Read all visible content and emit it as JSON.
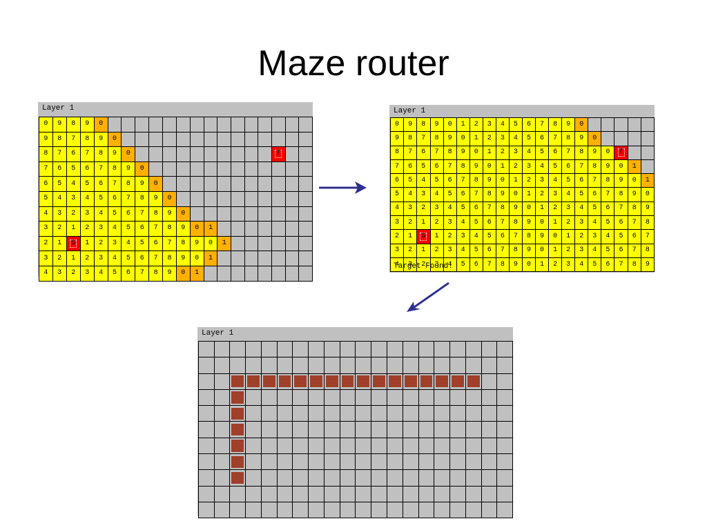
{
  "slide": {
    "title": "Maze router"
  },
  "panels": [
    {
      "id": "wave",
      "label": "Layer 1",
      "status": "",
      "rows": [
        [
          "0e",
          "9e",
          "8e",
          "9e",
          "0f",
          "g",
          "g",
          "g",
          "g",
          "g",
          "g",
          "g",
          "g",
          "g",
          "g",
          "g",
          "g",
          "g",
          "g",
          "g"
        ],
        [
          "9e",
          "8e",
          "7e",
          "8e",
          "9e",
          "0f",
          "g",
          "g",
          "g",
          "g",
          "g",
          "g",
          "g",
          "g",
          "g",
          "g",
          "g",
          "g",
          "g",
          "g"
        ],
        [
          "8e",
          "7e",
          "6e",
          "7e",
          "8e",
          "9e",
          "0f",
          "g",
          "g",
          "g",
          "g",
          "g",
          "g",
          "g",
          "g",
          "g",
          "g",
          "Tt",
          "g",
          "g"
        ],
        [
          "7e",
          "6e",
          "5e",
          "6e",
          "7e",
          "8e",
          "9e",
          "0f",
          "g",
          "g",
          "g",
          "g",
          "g",
          "g",
          "g",
          "g",
          "g",
          "g",
          "g",
          "g"
        ],
        [
          "6e",
          "5e",
          "4e",
          "5e",
          "6e",
          "7e",
          "8e",
          "9e",
          "0f",
          "g",
          "g",
          "g",
          "g",
          "g",
          "g",
          "g",
          "g",
          "g",
          "g",
          "g"
        ],
        [
          "5e",
          "4e",
          "3e",
          "4e",
          "5e",
          "6e",
          "7e",
          "8e",
          "9e",
          "0f",
          "g",
          "g",
          "g",
          "g",
          "g",
          "g",
          "g",
          "g",
          "g",
          "g"
        ],
        [
          "4e",
          "3e",
          "2e",
          "3e",
          "4e",
          "5e",
          "6e",
          "7e",
          "8e",
          "9e",
          "0f",
          "g",
          "g",
          "g",
          "g",
          "g",
          "g",
          "g",
          "g",
          "g"
        ],
        [
          "3e",
          "2e",
          "1e",
          "2e",
          "3e",
          "4e",
          "5e",
          "6e",
          "7e",
          "8e",
          "9e",
          "0f",
          "1f",
          "g",
          "g",
          "g",
          "g",
          "g",
          "g",
          "g"
        ],
        [
          "2e",
          "1e",
          "Ss",
          "1e",
          "2e",
          "3e",
          "4e",
          "5e",
          "6e",
          "7e",
          "8e",
          "9e",
          "0e",
          "1f",
          "g",
          "g",
          "g",
          "g",
          "g",
          "g"
        ],
        [
          "3e",
          "2e",
          "1e",
          "2e",
          "3e",
          "4e",
          "5e",
          "6e",
          "7e",
          "8e",
          "9e",
          "0e",
          "1f",
          "g",
          "g",
          "g",
          "g",
          "g",
          "g",
          "g"
        ],
        [
          "4e",
          "3e",
          "2e",
          "3e",
          "4e",
          "5e",
          "6e",
          "7e",
          "8e",
          "9e",
          "0f",
          "1f",
          "g",
          "g",
          "g",
          "g",
          "g",
          "g",
          "g",
          "g"
        ]
      ]
    },
    {
      "id": "found",
      "label": "Layer 1",
      "status": "Target Found!",
      "rows": [
        [
          "0e",
          "9e",
          "8e",
          "9e",
          "0e",
          "1e",
          "2e",
          "3e",
          "4e",
          "5e",
          "6e",
          "7e",
          "8e",
          "9e",
          "0f",
          "g",
          "g",
          "g",
          "g",
          "g"
        ],
        [
          "9e",
          "8e",
          "7e",
          "8e",
          "9e",
          "0e",
          "1e",
          "2e",
          "3e",
          "4e",
          "5e",
          "6e",
          "7e",
          "8e",
          "9e",
          "0f",
          "g",
          "g",
          "g",
          "g"
        ],
        [
          "8e",
          "7e",
          "6e",
          "7e",
          "8e",
          "9e",
          "0e",
          "1e",
          "2e",
          "3e",
          "4e",
          "5e",
          "6e",
          "7e",
          "8e",
          "9e",
          "0e",
          "Tt",
          "g",
          "g"
        ],
        [
          "7e",
          "6e",
          "5e",
          "6e",
          "7e",
          "8e",
          "9e",
          "0e",
          "1e",
          "2e",
          "3e",
          "4e",
          "5e",
          "6e",
          "7e",
          "8e",
          "9e",
          "0e",
          "1f",
          "g"
        ],
        [
          "6e",
          "5e",
          "4e",
          "5e",
          "6e",
          "7e",
          "8e",
          "9e",
          "0e",
          "1e",
          "2e",
          "3e",
          "4e",
          "5e",
          "6e",
          "7e",
          "8e",
          "9e",
          "0e",
          "1f"
        ],
        [
          "5e",
          "4e",
          "3e",
          "4e",
          "5e",
          "6e",
          "7e",
          "8e",
          "9e",
          "0e",
          "1e",
          "2e",
          "3e",
          "4e",
          "5e",
          "6e",
          "7e",
          "8e",
          "9e",
          "0e"
        ],
        [
          "4e",
          "3e",
          "2e",
          "3e",
          "4e",
          "5e",
          "6e",
          "7e",
          "8e",
          "9e",
          "0e",
          "1e",
          "2e",
          "3e",
          "4e",
          "5e",
          "6e",
          "7e",
          "8e",
          "9e"
        ],
        [
          "3e",
          "2e",
          "1e",
          "2e",
          "3e",
          "4e",
          "5e",
          "6e",
          "7e",
          "8e",
          "9e",
          "0e",
          "1e",
          "2e",
          "3e",
          "4e",
          "5e",
          "6e",
          "7e",
          "8e"
        ],
        [
          "2e",
          "1e",
          "Ss",
          "1e",
          "2e",
          "3e",
          "4e",
          "5e",
          "6e",
          "7e",
          "8e",
          "9e",
          "0e",
          "1e",
          "2e",
          "3e",
          "4e",
          "5e",
          "6e",
          "7e"
        ],
        [
          "3e",
          "2e",
          "1e",
          "2e",
          "3e",
          "4e",
          "5e",
          "6e",
          "7e",
          "8e",
          "9e",
          "0e",
          "1e",
          "2e",
          "3e",
          "4e",
          "5e",
          "6e",
          "7e",
          "8e"
        ],
        [
          "4e",
          "3e",
          "2e",
          "3e",
          "4e",
          "5e",
          "6e",
          "7e",
          "8e",
          "9e",
          "0e",
          "1e",
          "2e",
          "3e",
          "4e",
          "5e",
          "6e",
          "7e",
          "8e",
          "9e"
        ]
      ]
    },
    {
      "id": "path",
      "label": "Layer 1",
      "status": "",
      "rows": [
        [
          "g",
          "g",
          "g",
          "g",
          "g",
          "g",
          "g",
          "g",
          "g",
          "g",
          "g",
          "g",
          "g",
          "g",
          "g",
          "g",
          "g",
          "g",
          "g",
          "g"
        ],
        [
          "g",
          "g",
          "g",
          "g",
          "g",
          "g",
          "g",
          "g",
          "g",
          "g",
          "g",
          "g",
          "g",
          "g",
          "g",
          "g",
          "g",
          "g",
          "g",
          "g"
        ],
        [
          "g",
          "g",
          "p",
          "p",
          "p",
          "p",
          "p",
          "p",
          "p",
          "p",
          "p",
          "p",
          "p",
          "p",
          "p",
          "p",
          "p",
          "p",
          "g",
          "g"
        ],
        [
          "g",
          "g",
          "p",
          "g",
          "g",
          "g",
          "g",
          "g",
          "g",
          "g",
          "g",
          "g",
          "g",
          "g",
          "g",
          "g",
          "g",
          "g",
          "g",
          "g"
        ],
        [
          "g",
          "g",
          "p",
          "g",
          "g",
          "g",
          "g",
          "g",
          "g",
          "g",
          "g",
          "g",
          "g",
          "g",
          "g",
          "g",
          "g",
          "g",
          "g",
          "g"
        ],
        [
          "g",
          "g",
          "p",
          "g",
          "g",
          "g",
          "g",
          "g",
          "g",
          "g",
          "g",
          "g",
          "g",
          "g",
          "g",
          "g",
          "g",
          "g",
          "g",
          "g"
        ],
        [
          "g",
          "g",
          "p",
          "g",
          "g",
          "g",
          "g",
          "g",
          "g",
          "g",
          "g",
          "g",
          "g",
          "g",
          "g",
          "g",
          "g",
          "g",
          "g",
          "g"
        ],
        [
          "g",
          "g",
          "p",
          "g",
          "g",
          "g",
          "g",
          "g",
          "g",
          "g",
          "g",
          "g",
          "g",
          "g",
          "g",
          "g",
          "g",
          "g",
          "g",
          "g"
        ],
        [
          "g",
          "g",
          "p",
          "g",
          "g",
          "g",
          "g",
          "g",
          "g",
          "g",
          "g",
          "g",
          "g",
          "g",
          "g",
          "g",
          "g",
          "g",
          "g",
          "g"
        ],
        [
          "g",
          "g",
          "g",
          "g",
          "g",
          "g",
          "g",
          "g",
          "g",
          "g",
          "g",
          "g",
          "g",
          "g",
          "g",
          "g",
          "g",
          "g",
          "g",
          "g"
        ],
        [
          "g",
          "g",
          "g",
          "g",
          "g",
          "g",
          "g",
          "g",
          "g",
          "g",
          "g",
          "g",
          "g",
          "g",
          "g",
          "g",
          "g",
          "g",
          "g",
          "g"
        ]
      ]
    }
  ],
  "colors": {
    "expanded": "#ffff00",
    "wavefront": "#ffb000",
    "terminal": "#ff0000",
    "path": "#a0402a",
    "empty": "#c0c0c0",
    "arrow": "#2e3192"
  }
}
